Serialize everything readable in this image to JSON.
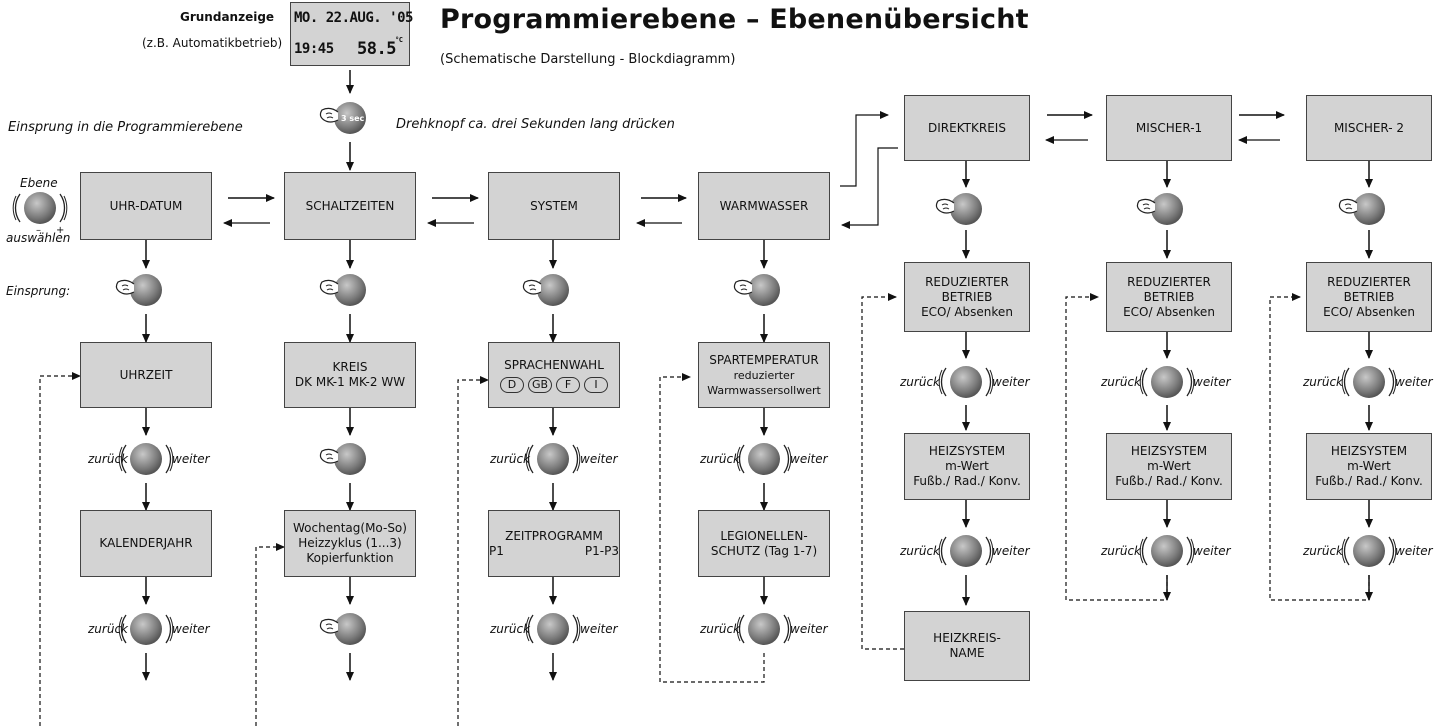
{
  "title": "Programmierebene – Ebenenübersicht",
  "subtitle": "(Schematische Darstellung - Blockdiagramm)",
  "grundanzeige": {
    "label": "Grundanzeige",
    "sub": "(z.B. Automatikbetrieb)",
    "lcd_line1": "MO. 22.AUG. '05",
    "lcd_time": "19:45",
    "lcd_temp": "58.5",
    "lcd_unit": "°C"
  },
  "labels": {
    "einsprung_programmierebene": "Einsprung in die Programmierebene",
    "sec": "3 sec",
    "drehknopf": "Drehknopf ca. drei Sekunden lang drücken",
    "ebene": "Ebene",
    "auswaehlen": "auswählen",
    "einsprung": "Einsprung:",
    "zurueck": "zurück",
    "weiter": "weiter",
    "minus": "–",
    "plus": "+"
  },
  "levels": {
    "uhr_datum": "UHR-DATUM",
    "schaltzeiten": "SCHALTZEITEN",
    "system": "SYSTEM",
    "warmwasser": "WARMWASSER",
    "direktkreis": "DIREKTKREIS",
    "mischer1": "MISCHER-1",
    "mischer2": "MISCHER- 2"
  },
  "uhr_col": {
    "uhrzeit": "UHRZEIT",
    "kalenderjahr": "KALENDERJAHR"
  },
  "schalt_col": {
    "kreis_title": "KREIS",
    "kreis_sub": "DK MK-1 MK-2 WW",
    "woche_1": "Wochentag(Mo-So)",
    "woche_2": "Heizzyklus (1...3)",
    "woche_3": "Kopierfunktion"
  },
  "system_col": {
    "sprachenwahl": "SPRACHENWAHL",
    "languages": [
      "D",
      "GB",
      "F",
      "I"
    ],
    "zeitprogramm": "ZEITPROGRAMM",
    "zp_left": "P1",
    "zp_right": "P1-P3"
  },
  "ww_col": {
    "spartemp": "SPARTEMPERATUR",
    "spartemp_2": "reduzierter",
    "spartemp_3": "Warmwassersollwert",
    "legio_1": "LEGIONELLEN-",
    "legio_2": "SCHUTZ (Tag 1-7)"
  },
  "heiz_col": {
    "red_1": "REDUZIERTER",
    "red_2": "BETRIEB",
    "red_3": "ECO/ Absenken",
    "heizsys_1": "HEIZSYSTEM",
    "heizsys_2": "m-Wert",
    "heizsys_3": "Fußb./ Rad./ Konv.",
    "name_1": "HEIZKREIS-",
    "name_2": "NAME"
  }
}
